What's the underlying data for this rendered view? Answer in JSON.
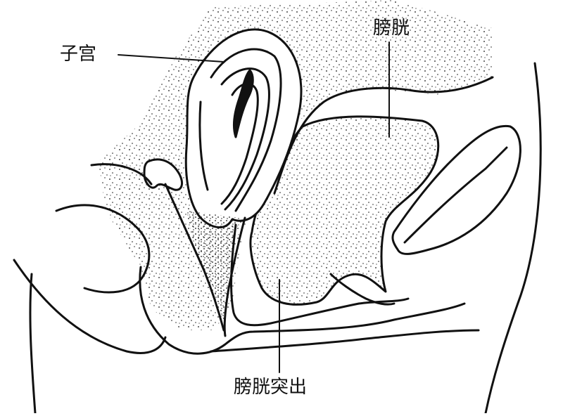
{
  "labels": {
    "uterus": "子宫",
    "bladder": "膀胱",
    "cystocele": "膀胱突出"
  },
  "colors": {
    "ink": "#111111",
    "paper": "#ffffff"
  }
}
